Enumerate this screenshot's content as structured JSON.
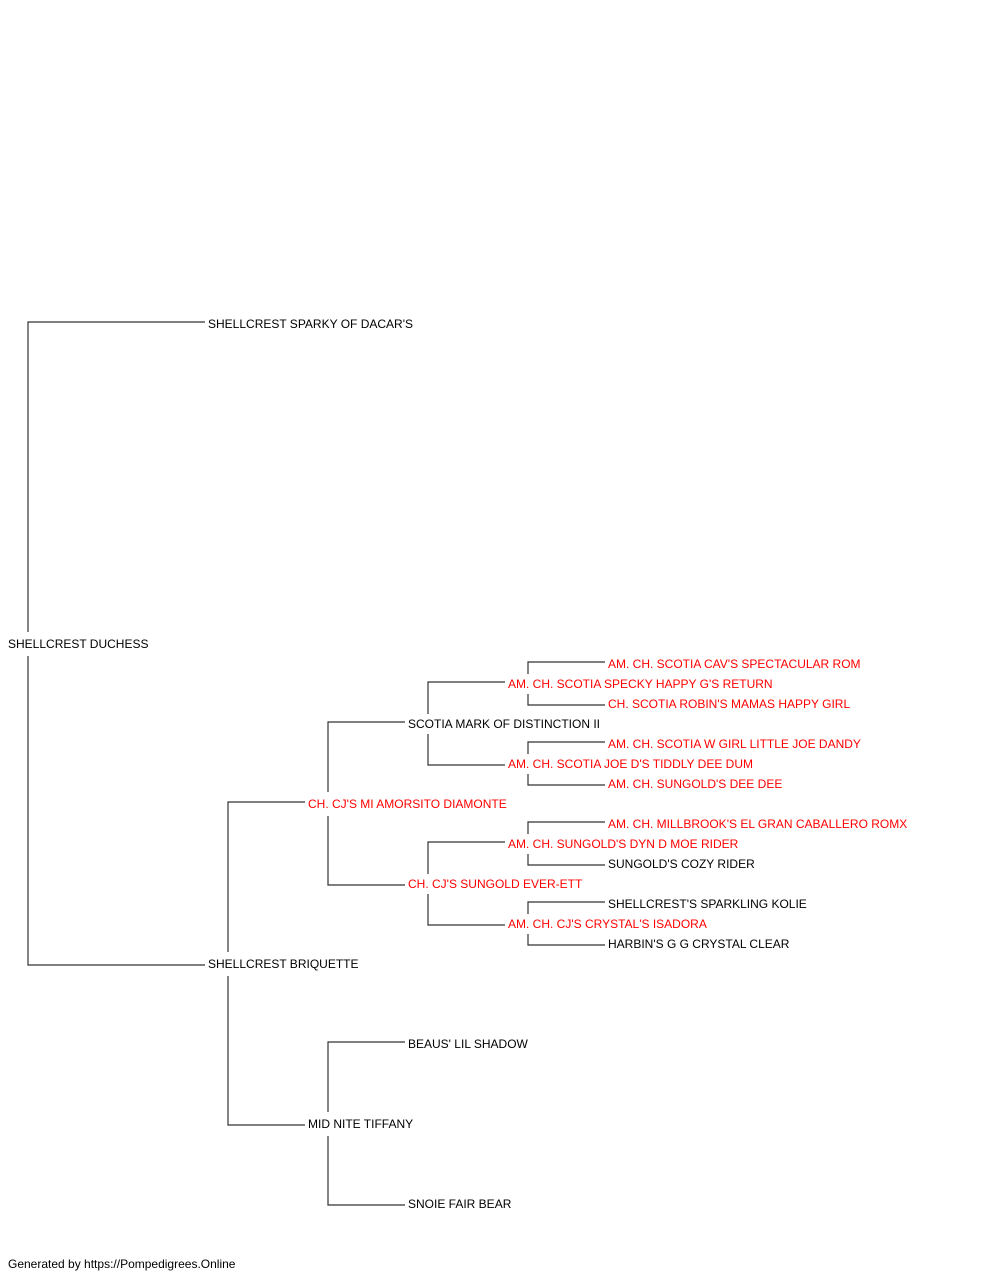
{
  "colors": {
    "champion": "#ff0000",
    "regular": "#000000",
    "connector": "#333333"
  },
  "pedigree": {
    "subject": "SHELLCREST DUCHESS",
    "sire": "SHELLCREST SPARKY OF DACAR'S",
    "dam": "SHELLCREST BRIQUETTE",
    "dam_sire": "CH. CJ'S MI AMORSITO DIAMONTE",
    "dam_dam": "MID NITE TIFFANY",
    "dam_sire_sire": "SCOTIA MARK OF DISTINCTION II",
    "dam_sire_dam": "CH. CJ'S SUNGOLD EVER-ETT",
    "dam_dam_sire": "BEAUS' LIL SHADOW",
    "dam_dam_dam": "SNOIE FAIR BEAR",
    "dam_sire_sire_sire": "AM. CH. SCOTIA SPECKY HAPPY G'S RETURN",
    "dam_sire_sire_dam": "AM. CH. SCOTIA JOE D'S TIDDLY DEE DUM",
    "dam_sire_dam_sire": "AM. CH. SUNGOLD'S DYN D MOE RIDER",
    "dam_sire_dam_dam": "AM. CH. CJ'S CRYSTAL'S ISADORA",
    "dam_sire_sire_sire_sire": "AM. CH. SCOTIA CAV'S SPECTACULAR ROM",
    "dam_sire_sire_sire_dam": "CH. SCOTIA ROBIN'S MAMAS HAPPY GIRL",
    "dam_sire_sire_dam_sire": "AM. CH. SCOTIA W GIRL LITTLE JOE DANDY",
    "dam_sire_sire_dam_dam": "AM. CH. SUNGOLD'S DEE DEE",
    "dam_sire_dam_sire_sire": "AM. CH. MILLBROOK'S EL GRAN CABALLERO ROMX",
    "dam_sire_dam_sire_dam": "SUNGOLD'S COZY RIDER",
    "dam_sire_dam_dam_sire": "SHELLCREST'S SPARKLING KOLIE",
    "dam_sire_dam_dam_dam": "HARBIN'S G G CRYSTAL CLEAR"
  },
  "footer": "Generated by https://Pompedigrees.Online"
}
